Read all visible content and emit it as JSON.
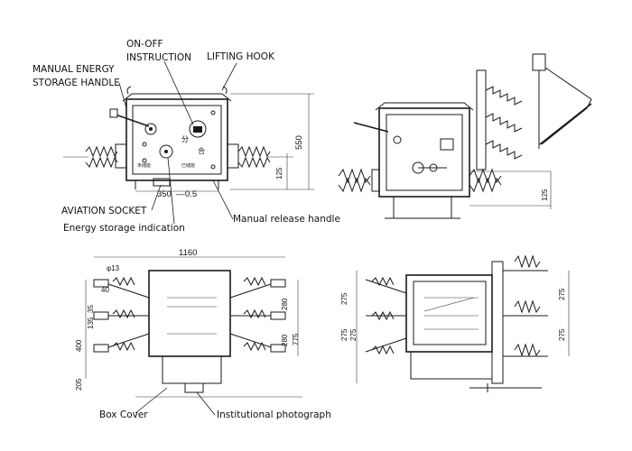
{
  "labels": {
    "on_off_instruction": "ON-OFF\nINSTRUCTION",
    "lifting_hook": "LIFTING HOOK",
    "manual_energy_storage_handle": "MANUAL ENERGY\nSTORAGE HANDLE",
    "aviation_socket": "AVIATION SOCKET",
    "energy_storage_indication": "Energy storage indication",
    "manual_release_handle": "Manual release handle",
    "box_cover": "Box Cover",
    "institutional_photograph": "Institutional photograph"
  },
  "dimensions": {
    "front_height": "550",
    "front_lower": "125",
    "front_width": "350",
    "front_offset": "0.5",
    "side_lower": "125",
    "top_total_width": "1160",
    "top_hole": "φ13",
    "top_40": "40",
    "top_135": "135",
    "top_35": "35",
    "top_400": "400",
    "top_205": "205",
    "top_280a": "280",
    "top_280b": "280",
    "top_775": "775",
    "bot_275a": "275",
    "bot_275b": "275",
    "bot_275c": "275",
    "bot_275d": "275",
    "bot_275e": "275"
  },
  "panel_text": {
    "fen": "分",
    "he": "合",
    "small_a": "未储能",
    "small_b": "已储能"
  }
}
